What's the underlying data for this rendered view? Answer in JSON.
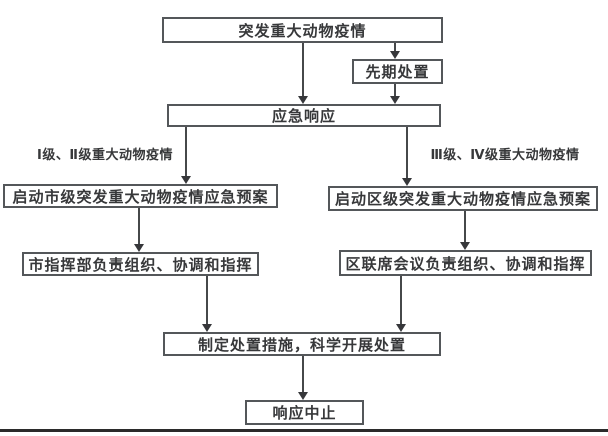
{
  "flowchart": {
    "nodes": {
      "outbreak": {
        "label": "突发重大动物疫情"
      },
      "preliminary": {
        "label": "先期处置"
      },
      "response": {
        "label": "应急响应"
      },
      "city_plan": {
        "label": "启动市级突发重大动物疫情应急预案"
      },
      "district_plan": {
        "label": "启动区级突发重大动物疫情应急预案"
      },
      "city_command": {
        "label": "市指挥部负责组织、协调和指挥"
      },
      "district_conference": {
        "label": "区联席会议负责组织、协调和指挥"
      },
      "measures": {
        "label": "制定处置措施，科学开展处置"
      },
      "termination": {
        "label": "响应中止"
      }
    },
    "branch_labels": {
      "left": "Ⅰ级、Ⅱ级重大动物疫情",
      "right": "Ⅲ级、Ⅳ级重大动物疫情"
    },
    "colors": {
      "background": "#ffffff",
      "box_border": "#54575a",
      "text": "#37383a",
      "arrow": "#46484a",
      "bottom_rule": "#2b2b2b"
    }
  }
}
